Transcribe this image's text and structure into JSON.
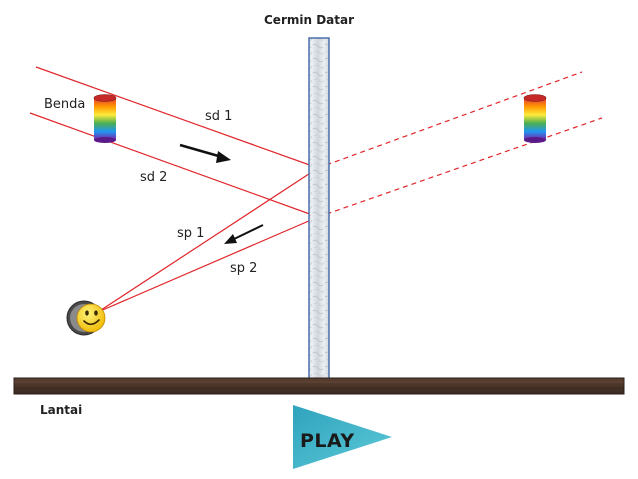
{
  "diagram": {
    "mirror_label": "Cermin Datar",
    "object_label": "Benda",
    "floor_label": "Lantai",
    "ray_labels": {
      "sd1": "sd 1",
      "sd2": "sd 2",
      "sp1": "sp 1",
      "sp2": "sp 2"
    }
  },
  "play_button": {
    "label": "PLAY"
  },
  "colors": {
    "ray": "#e0262b",
    "floor": "#4a3428",
    "play": "#3bb4c8",
    "mirror_border": "#4a6ea9"
  },
  "icons": [
    "rainbow-cylinder-icon",
    "smiley-eye-icon",
    "arrow-icon",
    "play-triangle-icon"
  ]
}
